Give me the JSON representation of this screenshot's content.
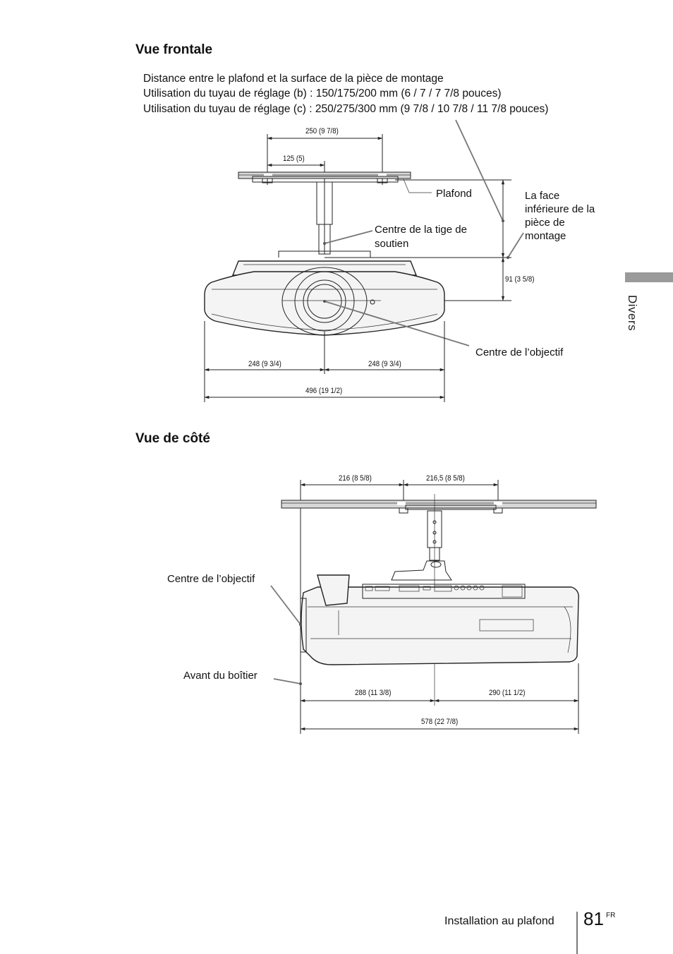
{
  "page": {
    "section_tab": "Divers",
    "footer_title": "Installation au plafond",
    "page_number": "81",
    "language": "FR"
  },
  "front_view": {
    "heading": "Vue frontale",
    "intro_line1": "Distance entre le plafond et la surface de la pièce de montage",
    "intro_line2": "Utilisation du tuyau de réglage (b) : 150/175/200 mm (6 / 7 / 7 7/8 pouces)",
    "intro_line3": "Utilisation du tuyau de réglage (c) : 250/275/300 mm (9 7/8 / 10 7/8 / 11 7/8 pouces)",
    "callout_ceiling": "Plafond",
    "callout_mount_face_1": "La face",
    "callout_mount_face_2": "inférieure de la",
    "callout_mount_face_3": "pièce de",
    "callout_mount_face_4": "montage",
    "callout_support_1": "Centre de la tige de",
    "callout_support_2": "soutien",
    "callout_lens": "Centre de l’objectif",
    "dimensions": {
      "top_total": "250 (9 7/8)",
      "top_half": "125 (5)",
      "height": "91 (3 5/8)",
      "left_half": "248 (9 3/4)",
      "right_half": "248 (9 3/4)",
      "total_width": "496 (19 1/2)"
    }
  },
  "side_view": {
    "heading": "Vue de côté",
    "callout_lens": "Centre de l’objectif",
    "callout_front": "Avant du boîtier",
    "dimensions": {
      "top_left": "216 (8 5/8)",
      "top_right": "216,5 (8 5/8)",
      "bottom_left": "288 (11 3/8)",
      "bottom_right": "290 (11 1/2)",
      "total": "578 (22 7/8)"
    }
  }
}
